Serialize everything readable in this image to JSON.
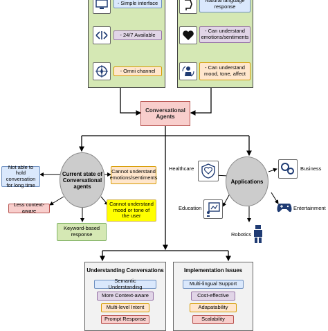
{
  "top_left": {
    "items": [
      {
        "icon": "monitor-icon",
        "label": "- Simple interface"
      },
      {
        "icon": "arrows-icon",
        "label": "- 24/7 Available"
      },
      {
        "icon": "compass-icon",
        "label": "- Omni channel"
      }
    ]
  },
  "top_right": {
    "items": [
      {
        "icon": "speech-head-icon",
        "label": "Natural language response"
      },
      {
        "icon": "heart-icon",
        "label": "- Can understand emotions/sentiments"
      },
      {
        "icon": "person-cycle-icon",
        "label": "- Can understand mood, tone, affect"
      }
    ]
  },
  "center": {
    "label": "Conversational Agents"
  },
  "current_state": {
    "title": "Current state of Conversational agents",
    "items": [
      "Not able to hold conversation for long time",
      "Cannot understand emotions/sentiments",
      "Less context-aware",
      "Cannot understand mood or tone of the user",
      "Keyword-based response"
    ]
  },
  "applications": {
    "title": "Applications",
    "items": [
      "Healthcare",
      "Business",
      "Education",
      "Entertainment",
      "Robotics"
    ]
  },
  "understanding": {
    "title": "Understanding Conversations",
    "items": [
      "Semantic Understanding",
      "More Context-aware",
      "Multi-level Intent",
      "Prompt Response"
    ]
  },
  "implementation": {
    "title": "Implementation Issues",
    "items": [
      "Multi-lingual Support",
      "Cost-effective",
      "Adapatability",
      "Scalability"
    ]
  },
  "colors": {
    "green_panel": "#d5e8b4",
    "pink": "#f8cecc",
    "blue": "#dae8fc",
    "purple": "#e1d5e7",
    "orange": "#ffe6cc",
    "yellow": "#fff2cc",
    "yellow_bright": "#ffff00",
    "grey_panel": "#f2f2f2",
    "green_leaf": "#d5e8b4"
  }
}
